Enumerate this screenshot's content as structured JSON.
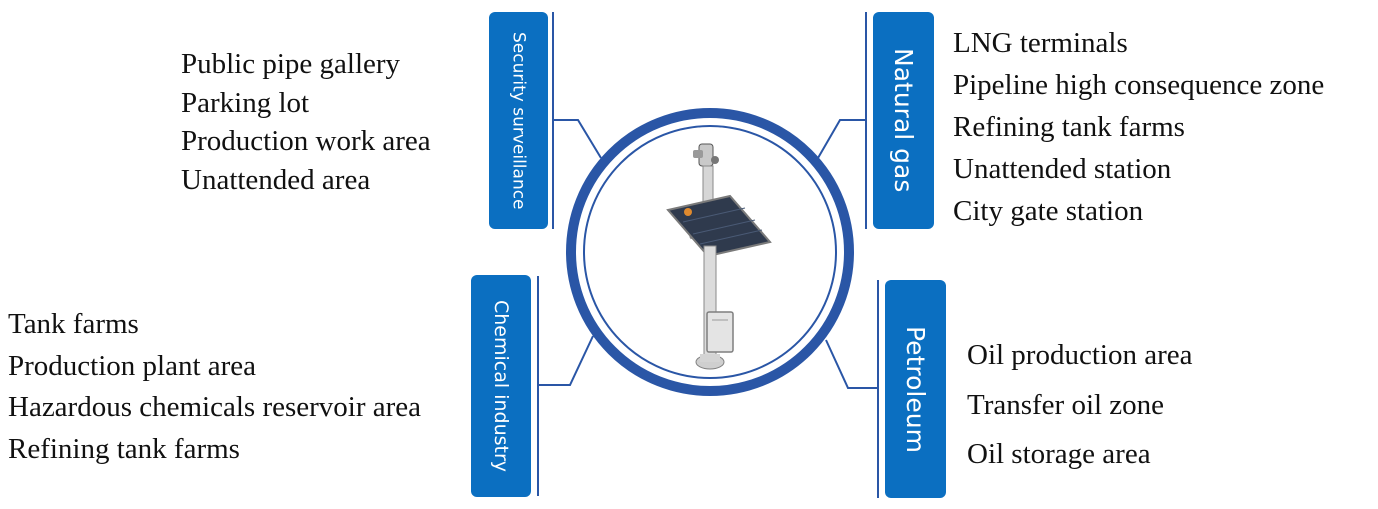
{
  "center": {
    "icon": "solar-powered-monitoring-pole-icon"
  },
  "categories": [
    {
      "id": "security",
      "label": "Security surveillance",
      "items": [
        "Public pipe gallery",
        "Parking lot",
        "Production work area",
        "Unattended area"
      ]
    },
    {
      "id": "chemical",
      "label": "Chemical industry",
      "items": [
        "Tank farms",
        "Production plant area",
        "Hazardous chemicals reservoir area",
        "Refining tank farms"
      ]
    },
    {
      "id": "gas",
      "label": "Natural gas",
      "items": [
        "LNG terminals",
        "Pipeline high consequence zone",
        "Refining tank farms",
        "Unattended station",
        "City gate station"
      ]
    },
    {
      "id": "petroleum",
      "label": "Petroleum",
      "items": [
        "Oil production area",
        "Transfer oil zone",
        "Oil storage area"
      ]
    }
  ],
  "colors": {
    "accent": "#0b6fc1",
    "ring": "#2a56a6",
    "text": "#111111"
  }
}
